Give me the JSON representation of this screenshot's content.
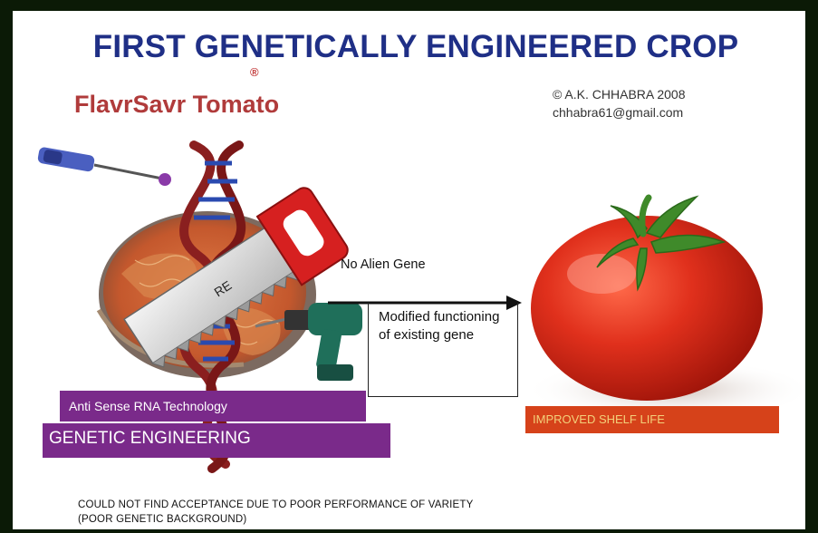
{
  "title": "FIRST GENETICALLY ENGINEERED CROP",
  "registered_mark": "®",
  "subtitle": "FlavrSavr Tomato",
  "copyright": {
    "line1": "© A.K. CHHABRA 2008",
    "line2": "chhabra61@gmail.com"
  },
  "saw_label": "RE",
  "no_alien_gene": "No Alien Gene",
  "modified_text": "Modified functioning of existing gene",
  "antisense_label": "Anti Sense RNA Technology",
  "genetic_engineering_label": "GENETIC ENGINEERING",
  "shelf_life_label": "IMPROVED SHELF LIFE",
  "footnote": {
    "line1": "COULD NOT FIND ACCEPTANCE DUE TO POOR PERFORMANCE OF VARIETY",
    "line2": "(POOR GENETIC BACKGROUND)"
  },
  "colors": {
    "title": "#1f2f86",
    "subtitle": "#b03b3b",
    "purple_band": "#7a2a8a",
    "shelf_band": "#d6421a",
    "frame": "#0b1a06"
  },
  "icons": [
    "screwdriver-icon",
    "dna-helix-icon",
    "hand-saw-icon",
    "power-drill-icon",
    "tomato-slice-image",
    "tomato-image",
    "arrow-right-icon"
  ]
}
